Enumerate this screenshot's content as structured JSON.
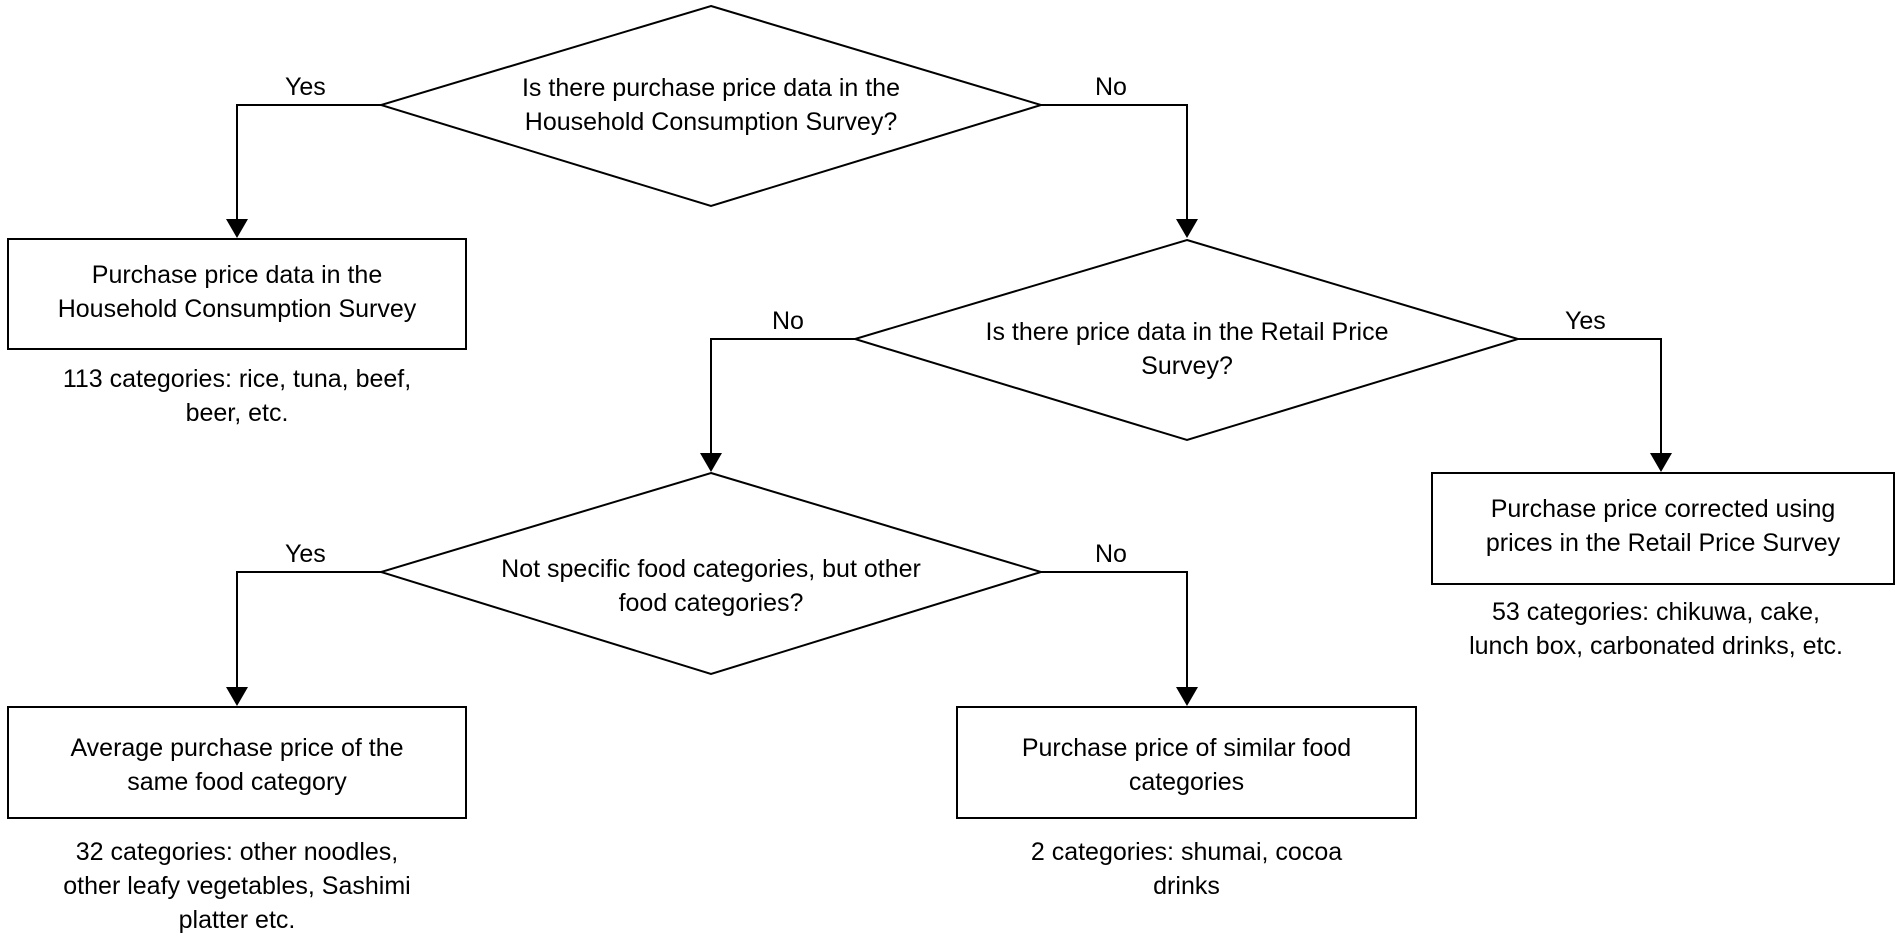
{
  "nodes": {
    "q1": {
      "text": "Is there purchase price data in the\nHousehold Consumption Survey?"
    },
    "q2": {
      "text": "Is there price data in the Retail Price\nSurvey?"
    },
    "q3": {
      "text": "Not specific food categories, but other\nfood categories?"
    },
    "box_household": {
      "text": "Purchase price data in the\nHousehold Consumption Survey",
      "note": "113 categories: rice, tuna, beef,\nbeer, etc."
    },
    "box_retail": {
      "text": "Purchase price corrected using\nprices in the Retail Price Survey",
      "note": "53 categories: chikuwa, cake,\nlunch box, carbonated drinks, etc."
    },
    "box_average": {
      "text": "Average purchase price of the\nsame food category",
      "note": "32 categories: other noodles,\nother leafy vegetables, Sashimi\nplatter etc."
    },
    "box_similar": {
      "text": "Purchase price of similar food\ncategories",
      "note": "2 categories: shumai, cocoa\ndrinks"
    }
  },
  "edges": {
    "q1_yes": "Yes",
    "q1_no": "No",
    "q2_no": "No",
    "q2_yes": "Yes",
    "q3_yes": "Yes",
    "q3_no": "No"
  }
}
